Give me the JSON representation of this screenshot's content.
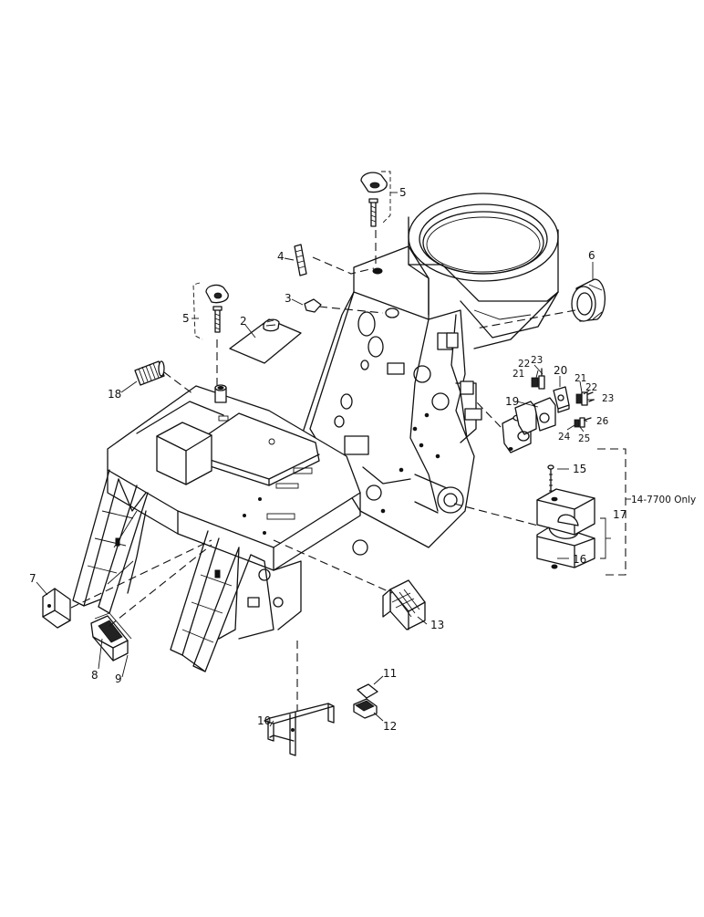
{
  "callouts": {
    "c1": "2",
    "c2": "3",
    "c3": "4",
    "c4": "5",
    "c5": "5",
    "c6": "6",
    "c7": "7",
    "c8": "8",
    "c9": "9",
    "c10": "10",
    "c11": "11",
    "c12": "12",
    "c13": "13",
    "c14": "15",
    "c15": "16",
    "c16": "17",
    "c17": "18",
    "c18": "19",
    "c19": "20",
    "c20": "21",
    "c21": "22",
    "c22": "23",
    "c23": "21",
    "c24": "22",
    "c25": "23",
    "c26": "24",
    "c27": "25",
    "c28": "26"
  },
  "note": {
    "variant": "14-7700 Only"
  }
}
